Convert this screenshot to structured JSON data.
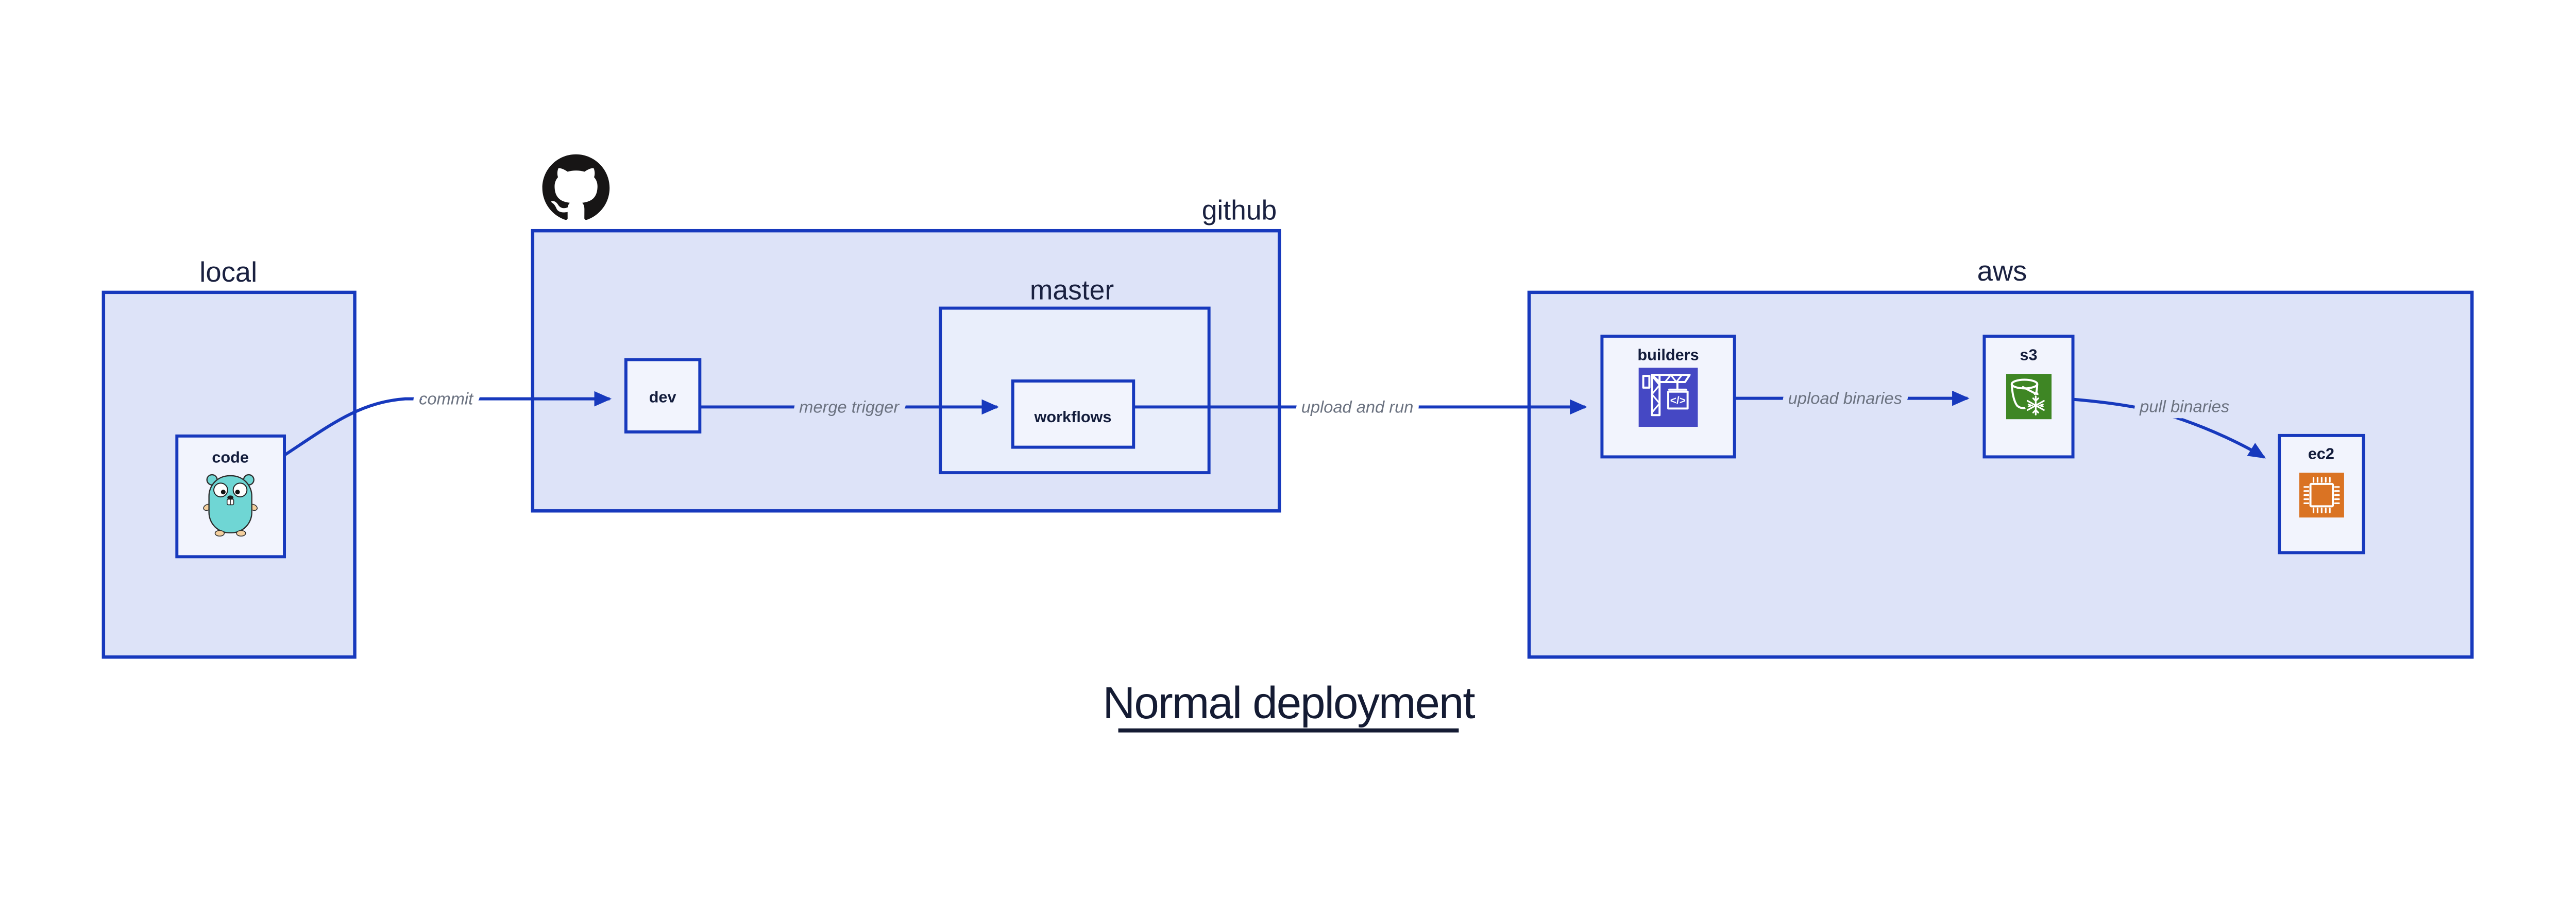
{
  "title": {
    "text": "Normal deployment"
  },
  "groups": [
    {
      "id": "local",
      "label": "local"
    },
    {
      "id": "github",
      "label": "github",
      "icon": "github-octocat-icon"
    },
    {
      "id": "master",
      "label": "master"
    },
    {
      "id": "aws",
      "label": "aws"
    }
  ],
  "nodes": [
    {
      "id": "code",
      "label": "code",
      "icon": "go-gopher-icon"
    },
    {
      "id": "dev",
      "label": "dev"
    },
    {
      "id": "workflows",
      "label": "workflows"
    },
    {
      "id": "builders",
      "label": "builders",
      "icon": "aws-codebuild-crane-icon",
      "icon_glyph": "</>"
    },
    {
      "id": "s3",
      "label": "s3",
      "icon": "aws-s3-glacier-bucket-icon"
    },
    {
      "id": "ec2",
      "label": "ec2",
      "icon": "aws-ec2-chip-icon"
    }
  ],
  "edges": [
    {
      "from": "code",
      "to": "dev",
      "label": "commit"
    },
    {
      "from": "dev",
      "to": "workflows",
      "label": "merge trigger"
    },
    {
      "from": "workflows",
      "to": "builders",
      "label": "upload and run"
    },
    {
      "from": "builders",
      "to": "s3",
      "label": "upload binaries"
    },
    {
      "from": "s3",
      "to": "ec2",
      "label": "pull binaries"
    }
  ],
  "colors": {
    "canvas_bg": "#ffffff",
    "group_fill": "#dde3f8",
    "subgroup_fill": "#e9eefb",
    "node_fill": "#f2f4fd",
    "border_blue": "#1739bd",
    "arrow_blue": "#1739bd",
    "edge_label_gray": "#6b7280",
    "text_navy": "#141b33",
    "octocat_black": "#171515",
    "gopher_teal": "#6fd6d4",
    "gopher_paw_tan": "#f4cf9e",
    "codebuild_indigo": "#4548c4",
    "s3_green": "#3e8624",
    "ec2_orange": "#da7323"
  }
}
